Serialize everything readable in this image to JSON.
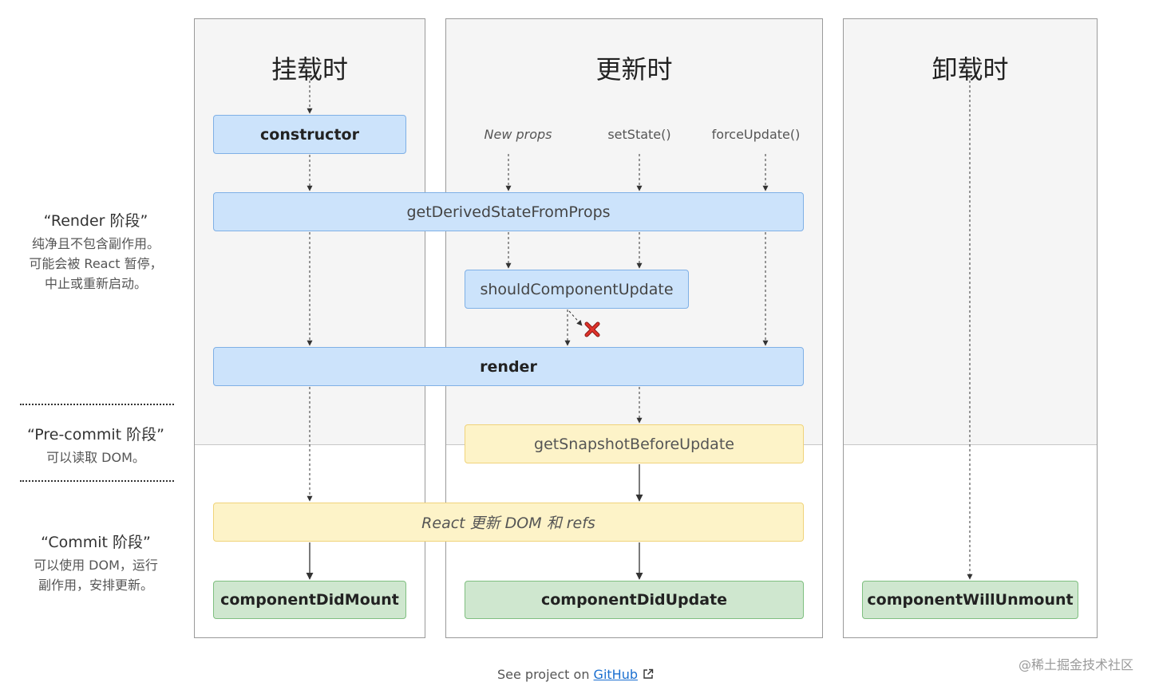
{
  "columns": {
    "mount": {
      "title": "挂载时"
    },
    "update": {
      "title": "更新时"
    },
    "unmount": {
      "title": "卸载时"
    }
  },
  "triggers": {
    "new_props": "New props",
    "set_state": "setState()",
    "force_update": "forceUpdate()"
  },
  "boxes": {
    "constructor": "constructor",
    "get_derived_state": "getDerivedStateFromProps",
    "should_component_update": "shouldComponentUpdate",
    "render": "render",
    "get_snapshot": "getSnapshotBeforeUpdate",
    "react_updates_dom": "React 更新 DOM 和 refs",
    "component_did_mount": "componentDidMount",
    "component_did_update": "componentDidUpdate",
    "component_will_unmount": "componentWillUnmount"
  },
  "phases": {
    "render": {
      "title": "“Render 阶段”",
      "desc": [
        "纯净且不包含副作用。",
        "可能会被 React 暂停，",
        "中止或重新启动。"
      ]
    },
    "precommit": {
      "title": "“Pre-commit 阶段”",
      "desc": [
        "可以读取 DOM。"
      ]
    },
    "commit": {
      "title": "“Commit 阶段”",
      "desc": [
        "可以使用 DOM，运行",
        "副作用，安排更新。"
      ]
    }
  },
  "footer": {
    "prefix": "See project on ",
    "link": "GitHub"
  },
  "watermark": "@稀土掘金技术社区",
  "colors": {
    "render_box": "#cce3fb",
    "commit_box": "#fdf3c8",
    "lifecycle_done_box": "#cfe7cf",
    "cancel_mark": "#d0211c"
  },
  "icons": [
    "cancel-x-icon",
    "external-link-icon"
  ]
}
